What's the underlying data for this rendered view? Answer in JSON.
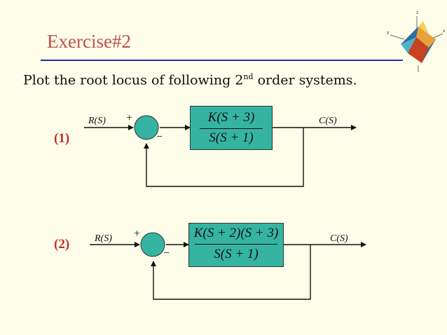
{
  "slide": {
    "title": "Exercise#2",
    "subtitle_main": "Plot the root locus of following 2",
    "subtitle_sup": "nd",
    "subtitle_end": " order systems."
  },
  "system1": {
    "label": "(1)",
    "input": "R(S)",
    "output": "C(S)",
    "plus_sign": "+",
    "minus_sign": "−",
    "numerator": "K(S + 3)",
    "denominator": "S(S + 1)"
  },
  "system2": {
    "label": "(2)",
    "input": "R(S)",
    "output": "C(S)",
    "plus_sign": "+",
    "minus_sign": "−",
    "numerator": "K(S + 2)(S + 3)",
    "denominator": "S(S + 1)"
  },
  "colors": {
    "title": "#c0504d",
    "rule": "#1f2fb0",
    "block_fill": "#35b4a2",
    "summer_fill": "#35b4a2",
    "background": "#fefde9"
  },
  "icons": {
    "logo": "matlab-peaks-logo-icon"
  }
}
